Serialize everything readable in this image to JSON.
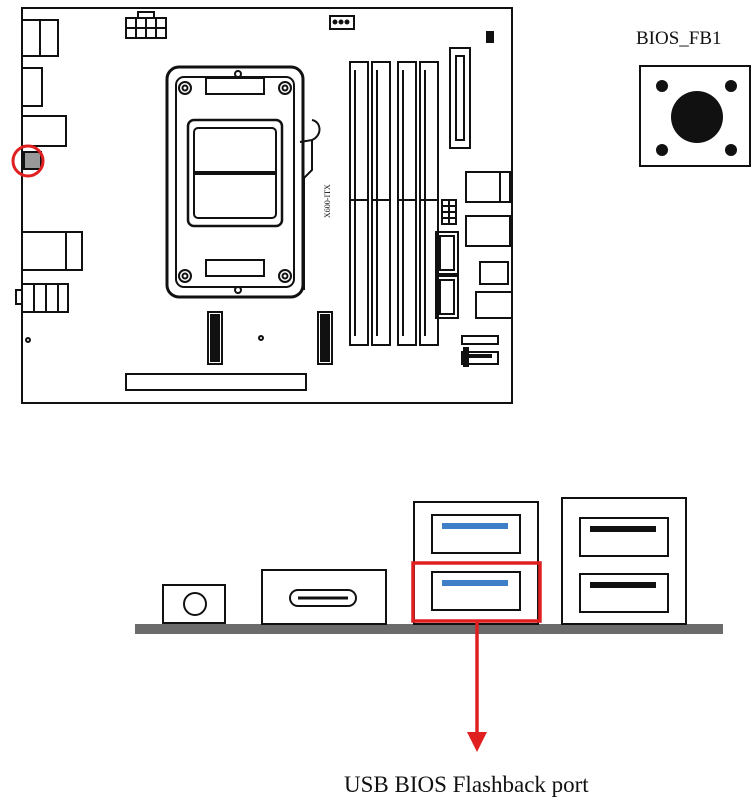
{
  "board": {
    "model_label": "X600-ITX",
    "button_label": "BIOS_FB1"
  },
  "io_panel": {
    "port_label": "USB BIOS Flashback port"
  },
  "colors": {
    "highlight": "#e02020",
    "usb_blue": "#3f7fc8",
    "line": "#111111",
    "panel_bar": "#6b6b6b",
    "chip_fill": "#999999"
  },
  "icons": [
    "highlight-circle",
    "bios-flashback-button",
    "down-arrow-icon",
    "usb-port-icon"
  ]
}
